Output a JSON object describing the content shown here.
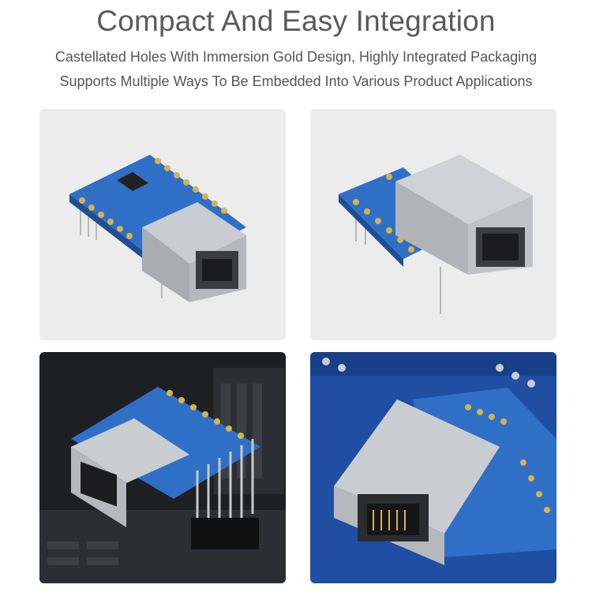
{
  "header": {
    "title": "Compact And Easy Integration",
    "line1": "Castellated Holes With Immersion Gold Design, Highly Integrated Packaging",
    "line2": "Supports Multiple Ways To Be Embedded Into Various Product Applications"
  },
  "colors": {
    "pcb_blue": "#2f6fc6",
    "gold": "#d9b24a",
    "metal": "#c9ccd0",
    "panel_light": "#ececec",
    "panel_dark": "#1d1f23",
    "panel_blue": "#1f4ea3"
  },
  "images": [
    {
      "name": "module-top-view-photo"
    },
    {
      "name": "module-side-view-photo"
    },
    {
      "name": "module-on-dark-board-photo"
    },
    {
      "name": "module-embedded-blue-board-photo"
    }
  ]
}
